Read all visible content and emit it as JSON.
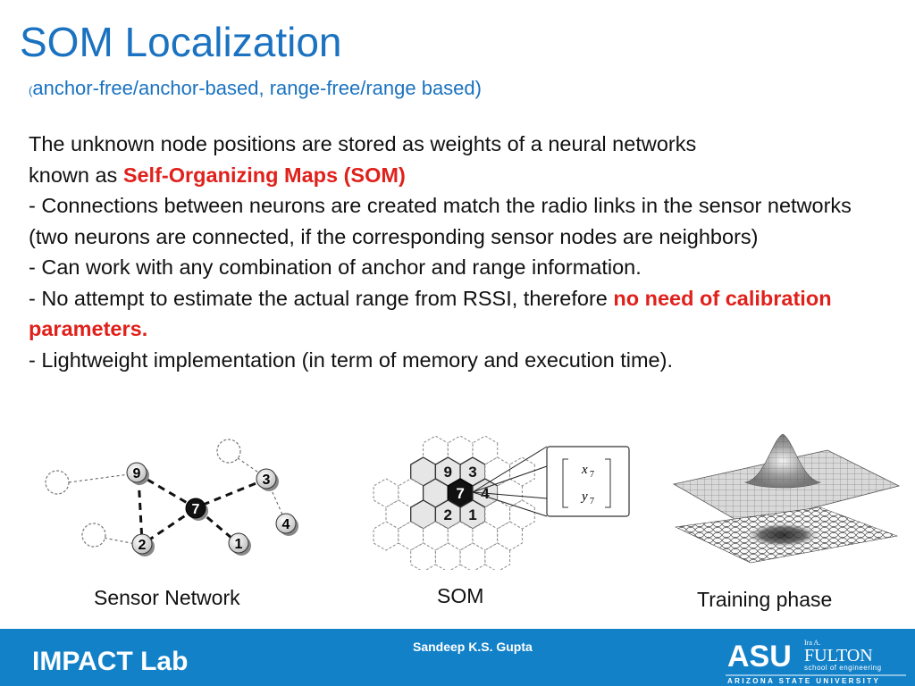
{
  "slide": {
    "title": "SOM Localization",
    "subtitle_paren": "(",
    "subtitle_text": "anchor-free/anchor-based, range-free/range based)"
  },
  "body": {
    "line1": "The unknown node positions are stored as weights of a neural networks",
    "line2_prefix": "known as ",
    "line2_highlight": "Self-Organizing Maps (SOM)",
    "bullet1": "- Connections between neurons are created match the radio links in the sensor networks (two neurons are connected, if the corresponding sensor nodes are neighbors)",
    "bullet2": "- Can work with any combination of anchor and range information.",
    "bullet3_prefix": "- No attempt to estimate the actual range from RSSI, therefore ",
    "bullet3_highlight": "no need of calibration parameters.",
    "bullet4": "- Lightweight implementation (in term of memory and execution time)."
  },
  "figures": {
    "sensor_network": {
      "caption": "Sensor Network",
      "nodes": [
        "9",
        "3",
        "7",
        "4",
        "2",
        "1"
      ]
    },
    "som": {
      "caption": "SOM",
      "cells": [
        "9",
        "3",
        "7",
        "4",
        "2",
        "1"
      ],
      "vector_top": "x",
      "vector_top_sub": "7",
      "vector_bottom": "y",
      "vector_bottom_sub": "7"
    },
    "training": {
      "caption": "Training phase"
    }
  },
  "footer": {
    "lab": "IMPACT Lab",
    "author": "Sandeep K.S. Gupta",
    "logo_asu": "ASU",
    "logo_ira": "Ira A.",
    "logo_fulton": "FULTON",
    "logo_school": "school of engineering",
    "logo_university": "ARIZONA STATE UNIVERSITY"
  },
  "colors": {
    "title_blue": "#1a72c0",
    "highlight_red": "#e0201b",
    "footer_blue": "#1281c8"
  }
}
